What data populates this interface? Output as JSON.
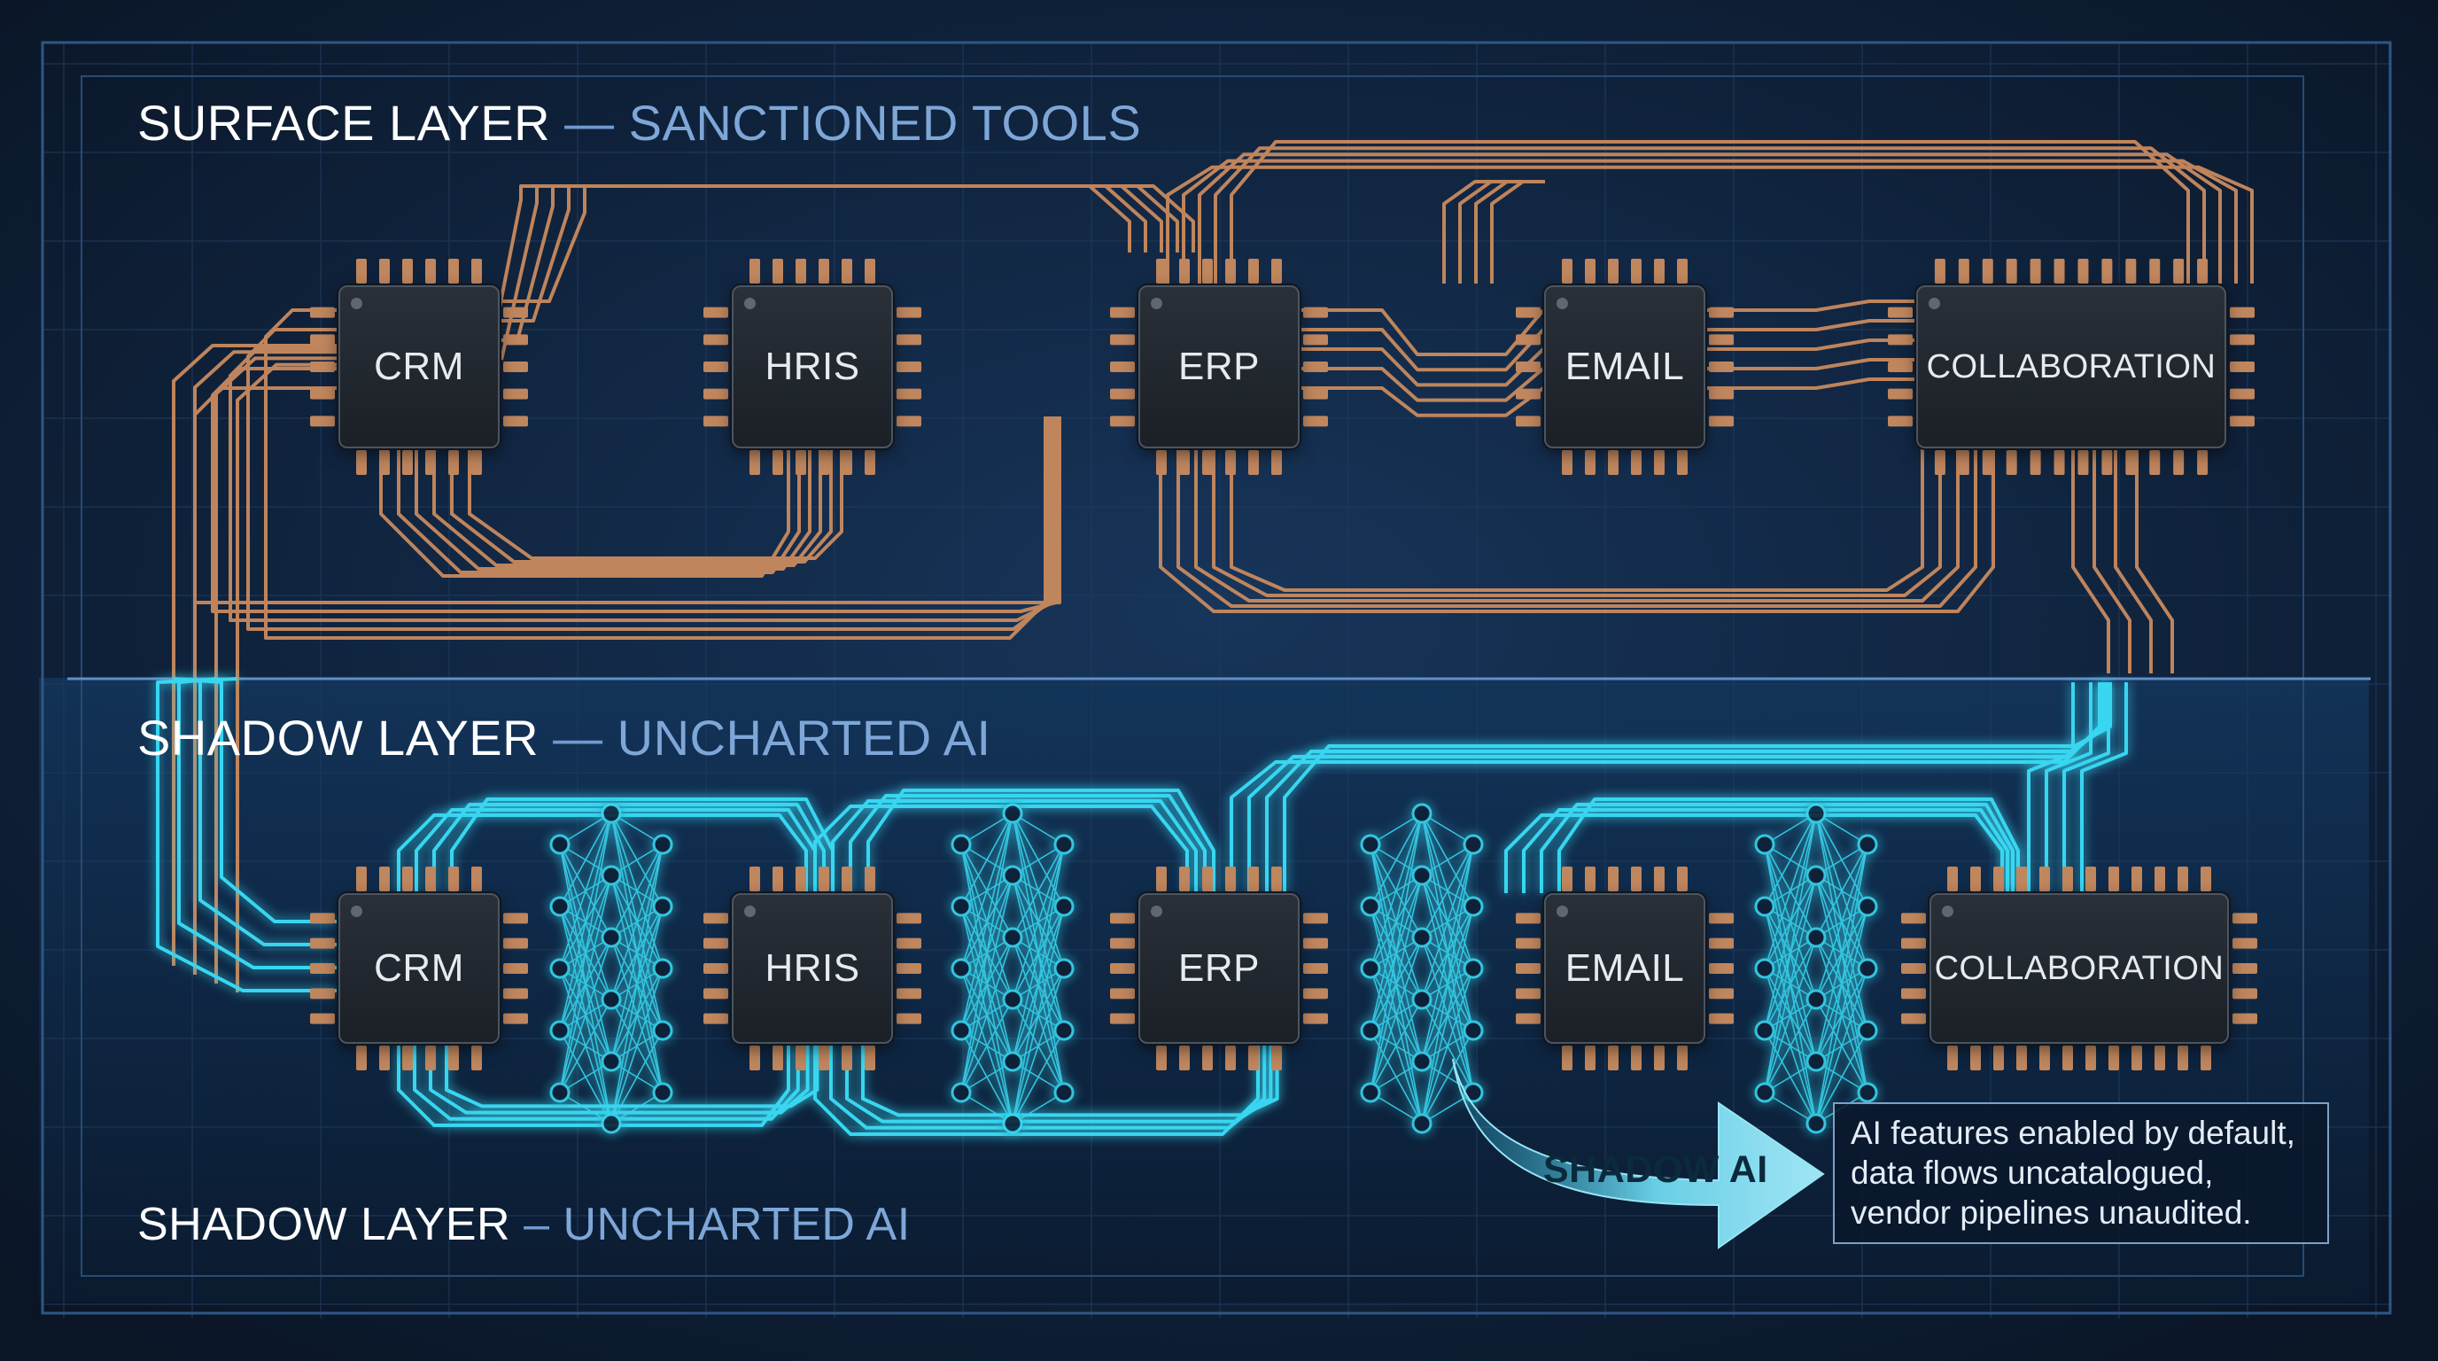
{
  "colors": {
    "background": "#0c1a2e",
    "surface_trace": "#c98a5e",
    "shadow_trace": "#38d6f0",
    "pin": "#c0865e",
    "heading_accent": "#7ea7d8"
  },
  "surface": {
    "title": "SURFACE LAYER",
    "separator": "—",
    "subtitle": "SANCTIONED TOOLS",
    "chips": [
      "CRM",
      "HRIS",
      "ERP",
      "EMAIL",
      "COLLABORATION"
    ]
  },
  "shadow": {
    "title": "SHADOW LAYER",
    "separator": "—",
    "subtitle": "UNCHARTED AI",
    "chips": [
      "CRM",
      "HRIS",
      "ERP",
      "EMAIL",
      "COLLABORATION"
    ]
  },
  "footer": {
    "title": "SHADOW LAYER",
    "separator": "–",
    "subtitle": "UNCHARTED AI"
  },
  "callout": {
    "arrow_label": "SHADOW AI",
    "lines": [
      "AI features enabled by default,",
      "data flows uncatalogued,",
      "vendor pipelines unaudited."
    ]
  },
  "icons": [
    "neural-net-icon",
    "arrow-right-icon"
  ]
}
